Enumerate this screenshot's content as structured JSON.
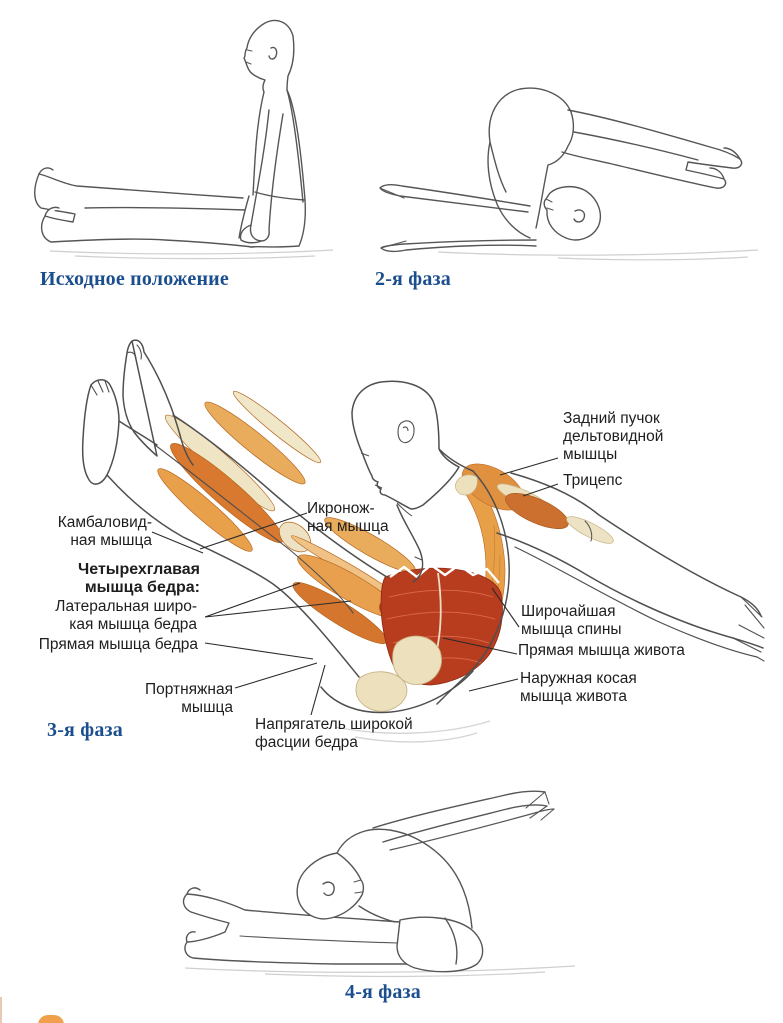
{
  "captions": {
    "start": "Исходное положение",
    "phase2": "2-я фаза",
    "phase3": "3-я фаза",
    "phase4": "4-я фаза"
  },
  "anatomy_labels": {
    "soleus": "Камбаловид-\nная мышца",
    "quadriceps_header": "Четырехглавая\nмышца бедра:",
    "vastus_lateralis": "Латеральная широ-\nкая мышца бедра",
    "rectus_femoris": "Прямая мышца бедра",
    "sartorius": "Портняжная\nмышца",
    "tensor_fasciae_latae": "Напрягатель широкой\nфасции бедра",
    "gastrocnemius": "Икронож-\nная мышца",
    "posterior_deltoid": "Задний пучок\nдельтовидной\nмышцы",
    "triceps": "Трицепс",
    "latissimus_dorsi": "Широчайшая\nмышца спины",
    "rectus_abdominis": "Прямая мышца живота",
    "external_oblique": "Наружная косая\nмышца живота"
  },
  "colors": {
    "caption_blue": "#1b4e8e",
    "label_text": "#1e1e1e",
    "outline_gray": "#4f4f4f",
    "muscle_light": "#f0c285",
    "muscle_mid": "#e8a04e",
    "muscle_deep": "#d4762e",
    "muscle_red": "#b83c1e",
    "bone_cream": "#ede3c4"
  }
}
